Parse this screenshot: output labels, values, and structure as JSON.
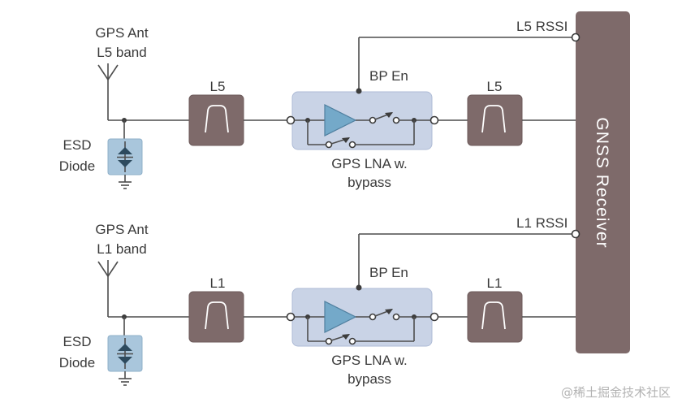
{
  "receiver": {
    "label": "GNSS  Receiver"
  },
  "chains": [
    {
      "id": "l5",
      "antenna_line1": "GPS Ant",
      "antenna_line2": "L5 band",
      "esd_line1": "ESD",
      "esd_line2": "Diode",
      "filter_in": "L5",
      "filter_out": "L5",
      "bp_en": "BP En",
      "lna_line1": "GPS LNA w.",
      "lna_line2": "bypass",
      "rssi": "L5  RSSI"
    },
    {
      "id": "l1",
      "antenna_line1": "GPS Ant",
      "antenna_line2": "L1 band",
      "esd_line1": "ESD",
      "esd_line2": "Diode",
      "filter_in": "L1",
      "filter_out": "L1",
      "bp_en": "BP En",
      "lna_line1": "GPS LNA w.",
      "lna_line2": "bypass",
      "rssi": "L1  RSSI"
    }
  ],
  "watermark": "@稀土掘金技术社区"
}
